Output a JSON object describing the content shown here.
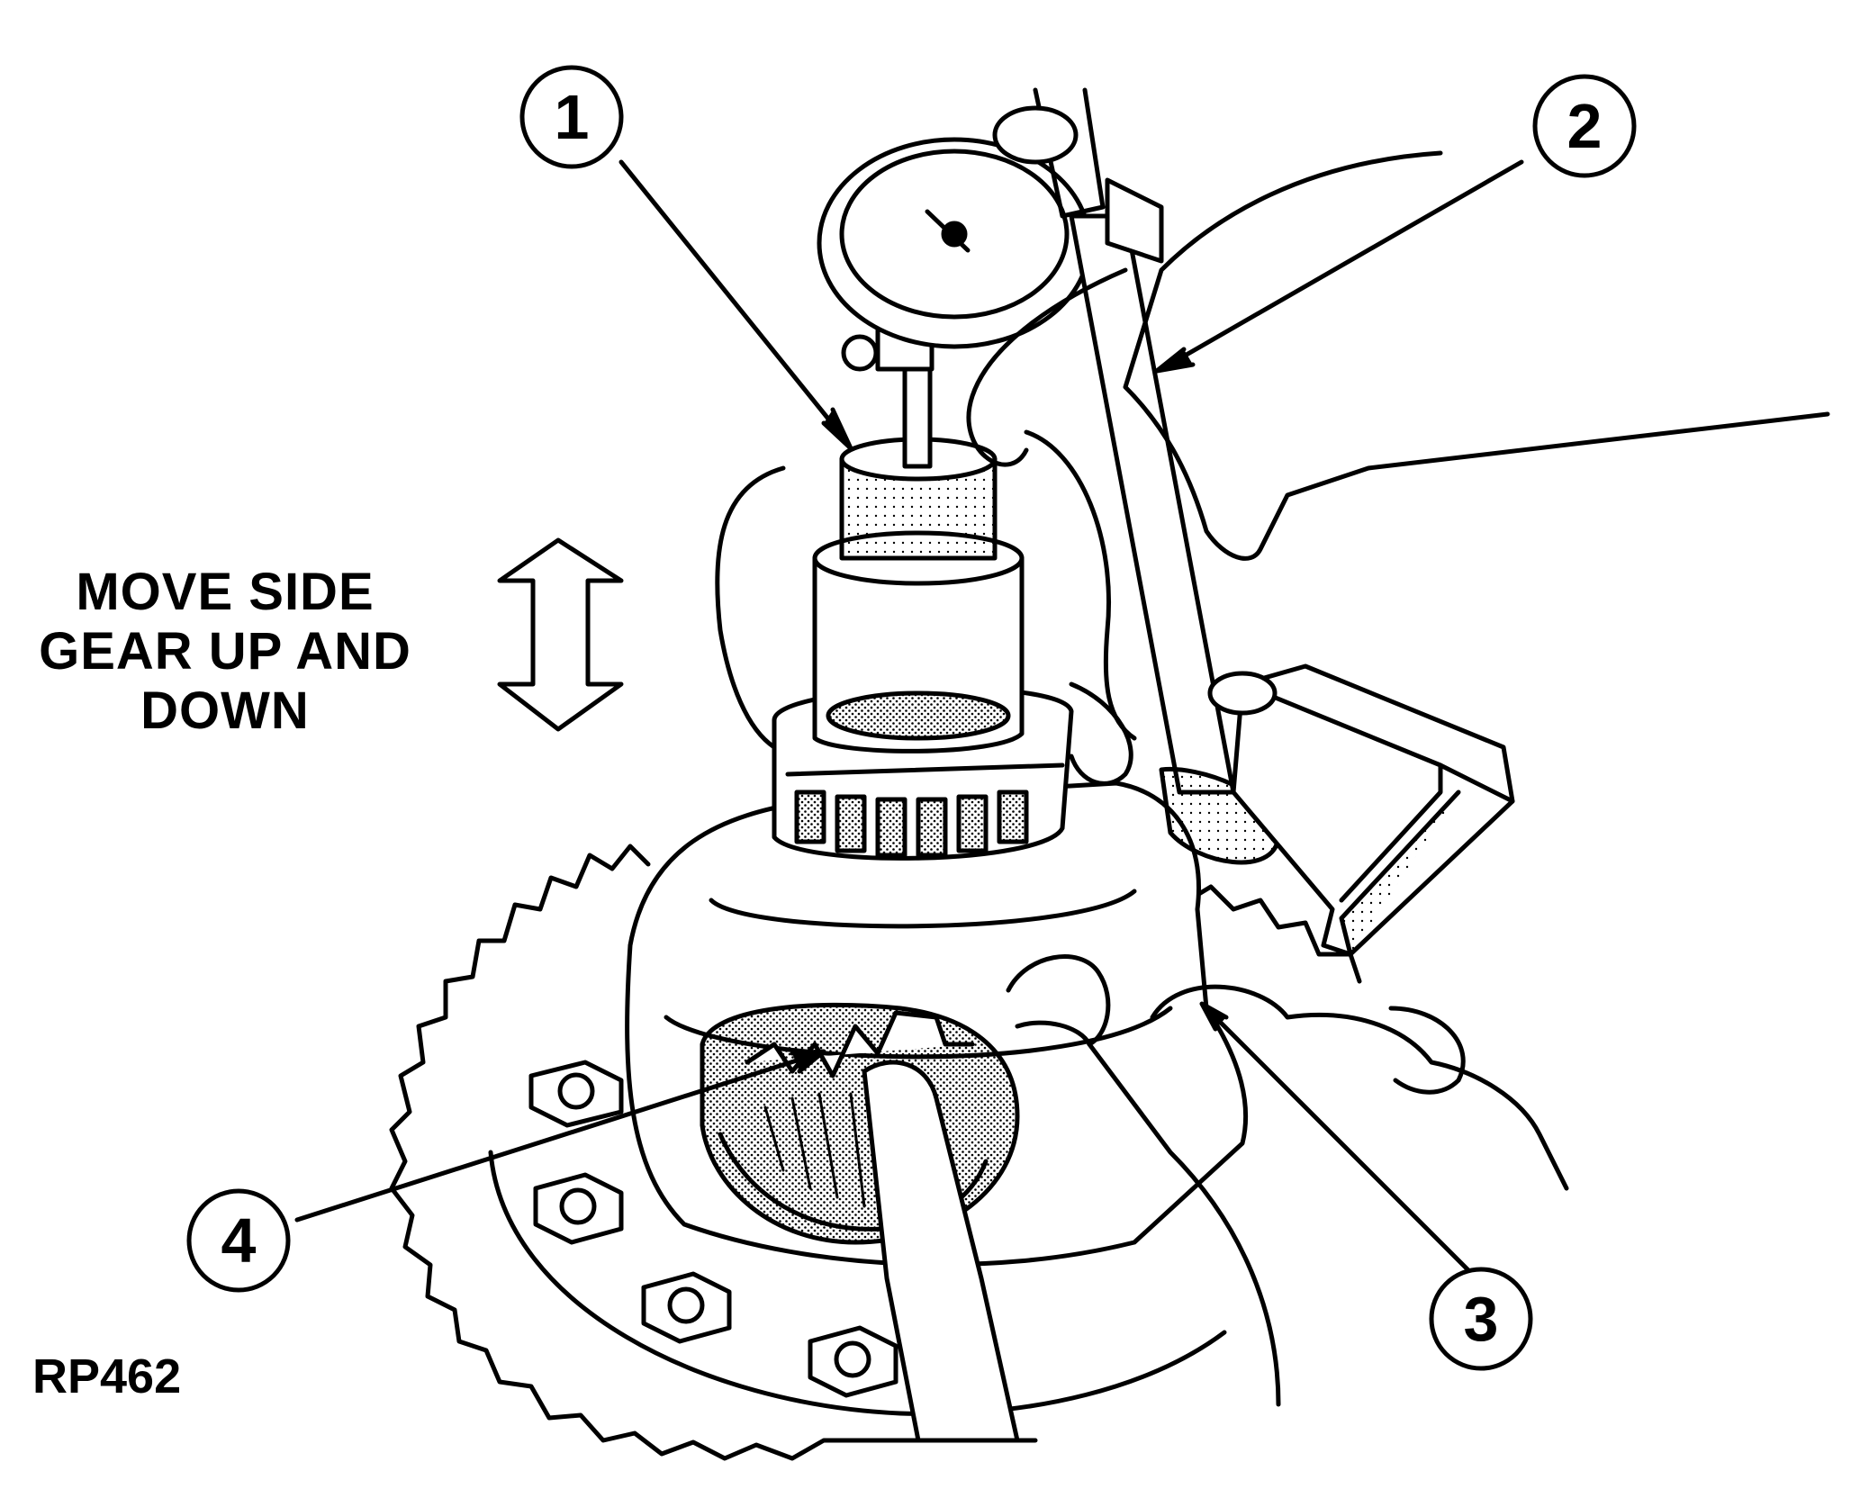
{
  "instruction": [
    "MOVE SIDE",
    "GEAR UP AND",
    "DOWN"
  ],
  "callouts": [
    "1",
    "2",
    "3",
    "4"
  ],
  "figure_id": "RP462"
}
